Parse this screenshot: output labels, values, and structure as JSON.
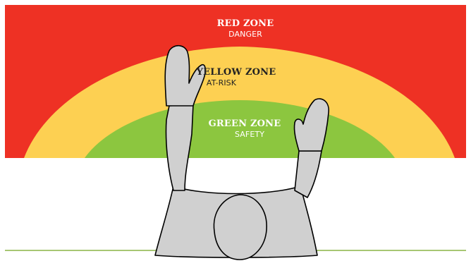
{
  "colors": {
    "red_zone": "#ee3124",
    "yellow_zone": "#fdd052",
    "green_zone": "#8cc63f",
    "person_fill": "#d0d0d0",
    "person_outline": "#000000",
    "baseline": "#8ab445",
    "label_light": "#ffffff",
    "label_dark": "#222222"
  },
  "zones": {
    "red": {
      "title": "RED ZONE",
      "subtitle": "DANGER"
    },
    "yellow": {
      "title": "YELLOW ZONE",
      "subtitle": "AT-RISK"
    },
    "green": {
      "title": "GREEN ZONE",
      "subtitle": "SAFETY"
    }
  },
  "figure": {
    "icon": "worker-top-view"
  }
}
